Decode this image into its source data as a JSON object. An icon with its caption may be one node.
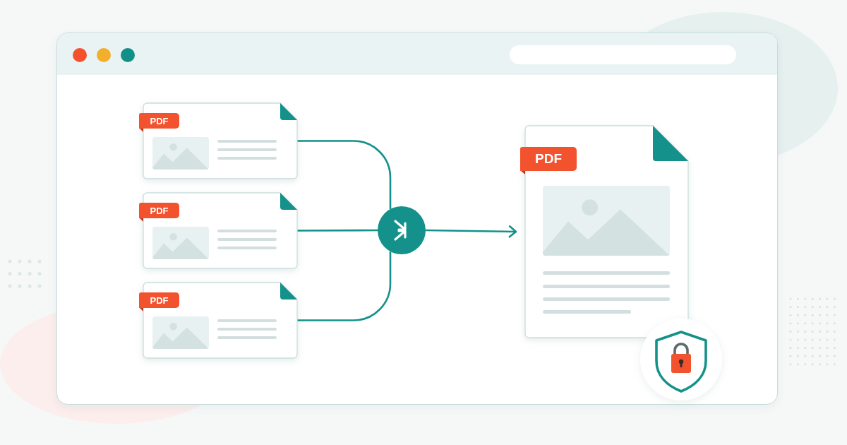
{
  "diagram": {
    "nodes": [
      {
        "text": [
          "PDF"
        ]
      },
      {
        "text": [
          "PDF"
        ]
      },
      {
        "text": [
          "PDF"
        ]
      },
      {
        "text": [],
        "shape": "circle"
      },
      {
        "text": [
          "PDF"
        ]
      }
    ],
    "edges": [
      {
        "from": 0,
        "to": 3,
        "arrow": "none"
      },
      {
        "from": 1,
        "to": 3,
        "arrow": "none"
      },
      {
        "from": 2,
        "to": 3,
        "arrow": "none"
      },
      {
        "from": 3,
        "to": 4,
        "arrow": "to"
      }
    ]
  }
}
